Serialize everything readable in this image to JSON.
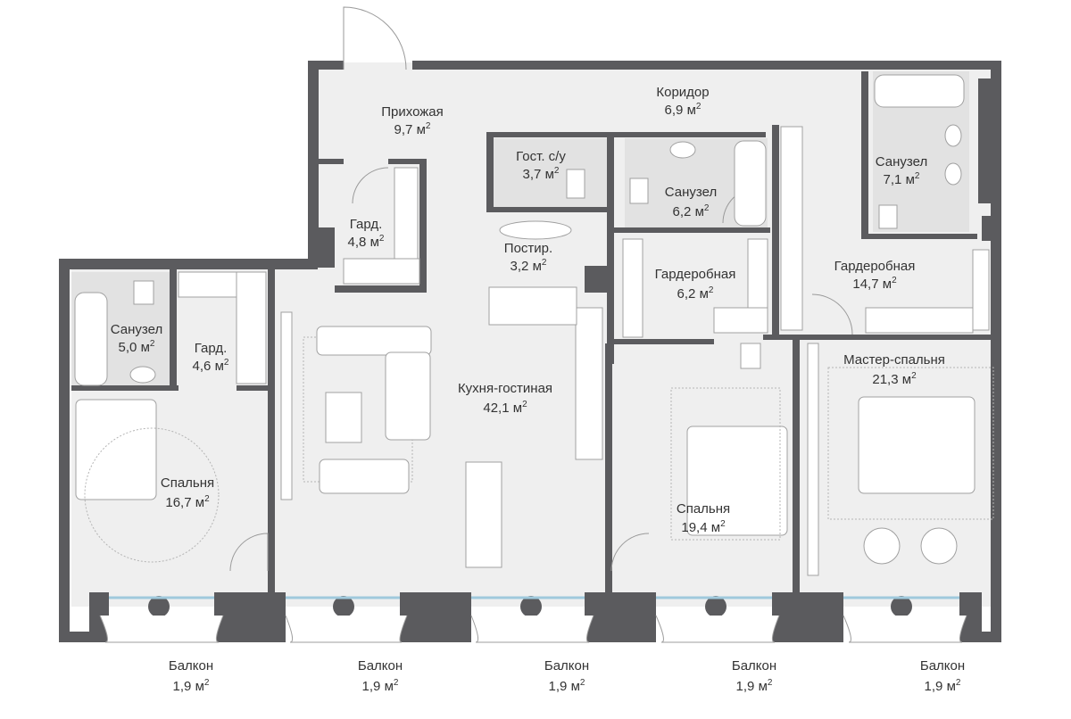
{
  "rooms": [
    {
      "name": "Прихожая",
      "area": "9,7 м",
      "sup": "2"
    },
    {
      "name": "Коридор",
      "area": "6,9 м",
      "sup": "2"
    },
    {
      "name": "Гост. с/у",
      "area": "3,7 м",
      "sup": "2"
    },
    {
      "name": "Санузел",
      "area": "6,2 м",
      "sup": "2"
    },
    {
      "name": "Санузел",
      "area": "7,1 м",
      "sup": "2"
    },
    {
      "name": "Гард.",
      "area": "4,8 м",
      "sup": "2"
    },
    {
      "name": "Постир.",
      "area": "3,2 м",
      "sup": "2"
    },
    {
      "name": "Гардеробная",
      "area": "6,2 м",
      "sup": "2"
    },
    {
      "name": "Гардеробная",
      "area": "14,7 м",
      "sup": "2"
    },
    {
      "name": "Санузел",
      "area": "5,0 м",
      "sup": "2"
    },
    {
      "name": "Гард.",
      "area": "4,6 м",
      "sup": "2"
    },
    {
      "name": "Кухня-гостиная",
      "area": "42,1 м",
      "sup": "2"
    },
    {
      "name": "Мастер-спальня",
      "area": "21,3 м",
      "sup": "2"
    },
    {
      "name": "Спальня",
      "area": "16,7 м",
      "sup": "2"
    },
    {
      "name": "Спальня",
      "area": "19,4 м",
      "sup": "2"
    }
  ],
  "balconies": [
    {
      "name": "Балкон",
      "area": "1,9 м",
      "sup": "2"
    },
    {
      "name": "Балкон",
      "area": "1,9 м",
      "sup": "2"
    },
    {
      "name": "Балкон",
      "area": "1,9 м",
      "sup": "2"
    },
    {
      "name": "Балкон",
      "area": "1,9 м",
      "sup": "2"
    },
    {
      "name": "Балкон",
      "area": "1,9 м",
      "sup": "2"
    }
  ],
  "colors": {
    "wall": "#5b5b5e",
    "floor": "#efefef",
    "wet": "#e2e2e2",
    "glass": "#9fc9dc"
  }
}
